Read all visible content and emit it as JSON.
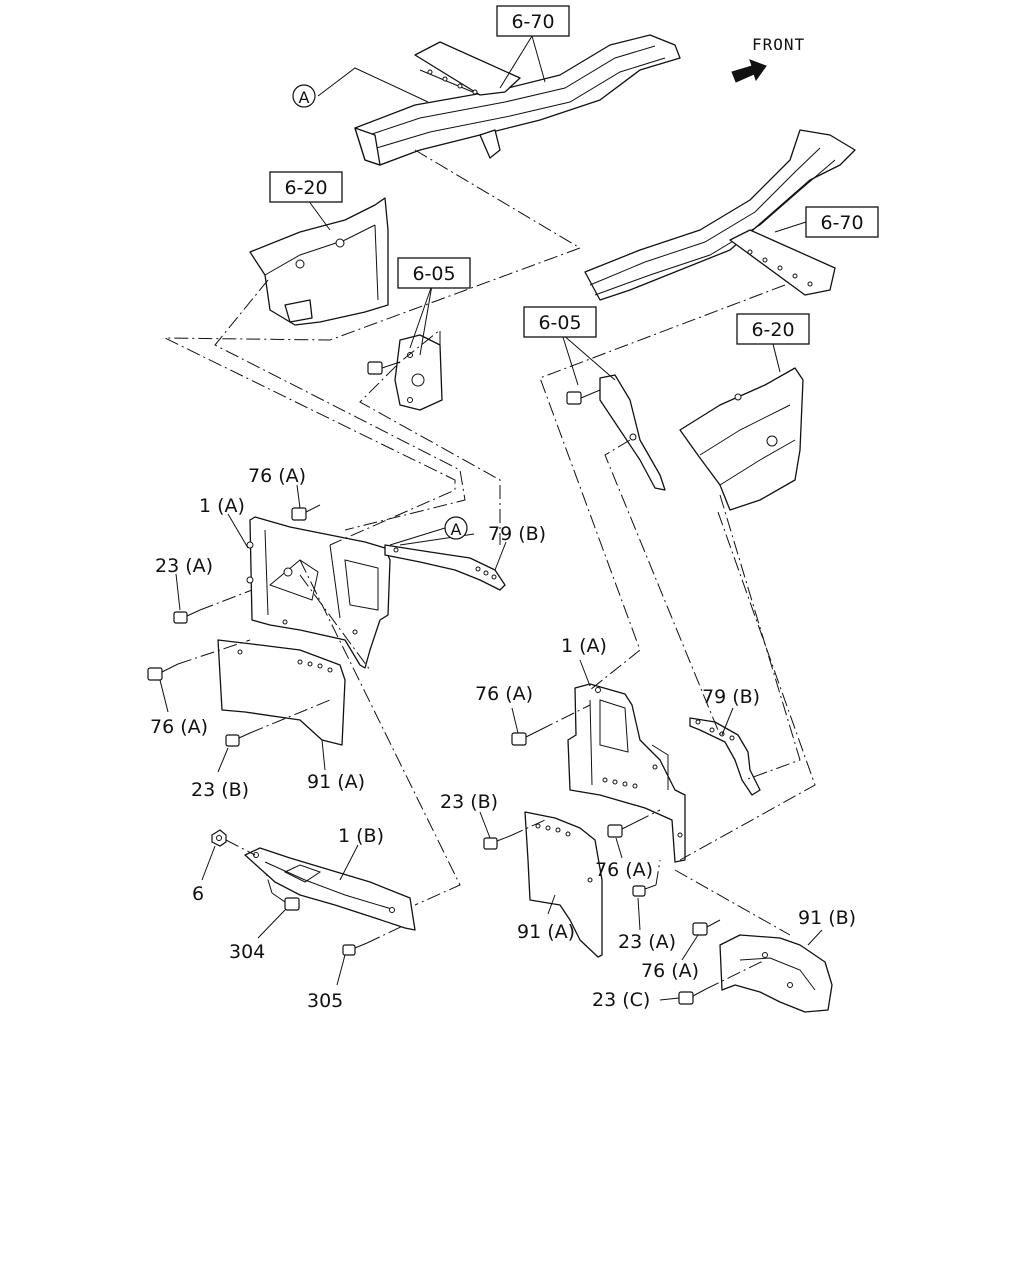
{
  "front_label": "FRONT",
  "ref_boxes": {
    "frame_top": "6-70",
    "frame_right": "6-70",
    "bracket_left": "6-20",
    "bracket_right": "6-20",
    "support_left": "6-05",
    "support_right": "6-05"
  },
  "callout_symbol": "A",
  "labels": {
    "left_76a_top": "76 (A)",
    "left_1a": "1 (A)",
    "left_23a": "23 (A)",
    "left_79b": "79 (B)",
    "left_76a_bottom": "76 (A)",
    "left_23b": "23 (B)",
    "left_91a": "91 (A)",
    "left_1b": "1 (B)",
    "left_6": "6",
    "left_304": "304",
    "left_305": "305",
    "right_1a": "1 (A)",
    "right_76a_top": "76 (A)",
    "right_79b": "79 (B)",
    "right_23b": "23 (B)",
    "right_76a_mid": "76 (A)",
    "right_91a": "91 (A)",
    "right_23a": "23 (A)",
    "right_76a_low": "76 (A)",
    "right_91b": "91 (B)",
    "right_23c": "23 (C)"
  }
}
